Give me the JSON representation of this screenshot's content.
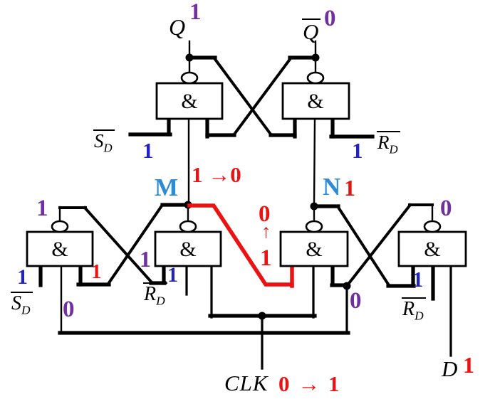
{
  "colors": {
    "wire_black": "#000000",
    "highlight_red": "#ed1111",
    "value_purple": "#7030a0",
    "value_blue": "#2323bb",
    "node_label_azure": "#2e8bd6"
  },
  "gate_symbol": "&",
  "outputs": {
    "q": {
      "label": "Q",
      "value": "1"
    },
    "q_bar": {
      "label": "Q",
      "value": "0"
    }
  },
  "async_inputs": {
    "sd_top": {
      "letter": "S",
      "sub": "D",
      "value": "1"
    },
    "rd_top": {
      "letter": "R",
      "sub": "D",
      "value": "1"
    },
    "sd_bottom": {
      "letter": "S",
      "sub": "D",
      "value": "1"
    },
    "rd_bottom_left": {
      "letter": "R",
      "sub": "D",
      "value": "1"
    },
    "rd_bottom_right": {
      "letter": "R",
      "sub": "D",
      "value": "1"
    }
  },
  "clock": {
    "label": "CLK",
    "transition": "0 → 1"
  },
  "data_input": {
    "label": "D",
    "value": "1"
  },
  "internal_nodes": {
    "m": {
      "label": "M",
      "transition": "1 →0"
    },
    "n": {
      "label": "N",
      "value": "1"
    }
  },
  "wire_values": {
    "gate1_output": "1",
    "gate1_input_from_m": "1",
    "gate2_input_from_gate1": "1",
    "gate1_input_feedback": "0",
    "gate3_input_new": "0",
    "gate3_input_arrow": "↑",
    "gate3_input_old": "1",
    "gate4_output": "0",
    "gate4_output_node": "0"
  }
}
